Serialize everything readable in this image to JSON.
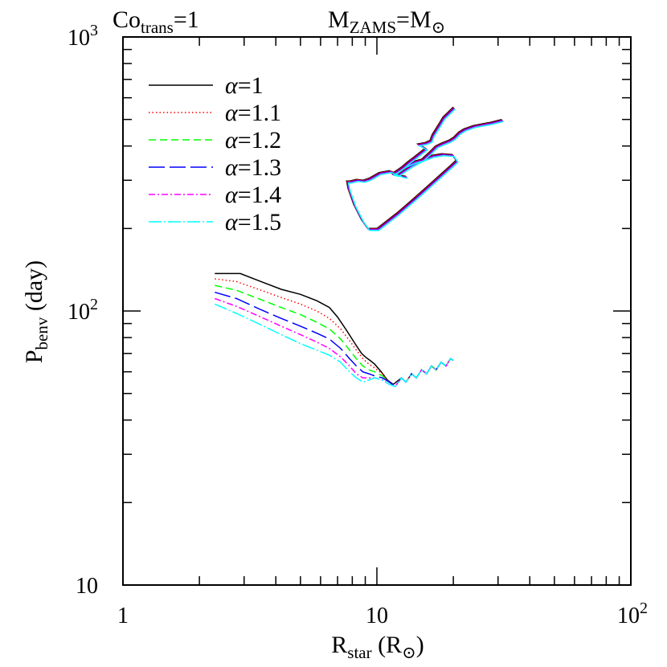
{
  "chart_data": {
    "type": "line",
    "header": {
      "left": {
        "main": "Co",
        "sub": "trans",
        "rest": "=1"
      },
      "right": {
        "main": "M",
        "sub": "ZAMS",
        "rest": "=M",
        "rest_sub": "⊙"
      }
    },
    "xlabel": {
      "main": "R",
      "sub": "star",
      "rest": " (R",
      "rest_sub": "⊙",
      "close": ")"
    },
    "ylabel": {
      "main": "P",
      "sub": "benv",
      "rest": " (day)"
    },
    "x_scale": "log",
    "y_scale": "log",
    "xlim": [
      1,
      100
    ],
    "ylim": [
      10,
      1000
    ],
    "x_ticks": [
      {
        "value": 1,
        "base": "1",
        "exp": ""
      },
      {
        "value": 10,
        "base": "10",
        "exp": ""
      },
      {
        "value": 100,
        "base": "10",
        "exp": "2"
      }
    ],
    "y_ticks": [
      {
        "value": 10,
        "base": "10",
        "exp": ""
      },
      {
        "value": 100,
        "base": "10",
        "exp": "2"
      },
      {
        "value": 1000,
        "base": "10",
        "exp": "3"
      }
    ],
    "grid": false,
    "legend_position": "top-left",
    "series": [
      {
        "name": "α=1",
        "greek": "α",
        "eq": "=1",
        "color": "#000000",
        "dash": "",
        "points": [
          [
            2.3,
            137
          ],
          [
            2.9,
            137
          ],
          [
            3.5,
            128
          ],
          [
            4.2,
            120
          ],
          [
            5.0,
            115
          ],
          [
            5.8,
            109
          ],
          [
            6.5,
            103
          ],
          [
            7.0,
            95
          ],
          [
            7.6,
            85
          ],
          [
            8.2,
            76
          ],
          [
            8.7,
            70
          ],
          [
            9.0,
            68
          ],
          [
            9.4,
            66
          ],
          [
            9.8,
            64
          ],
          [
            10.4,
            60
          ],
          [
            11.0,
            56
          ],
          [
            11.6,
            54
          ]
        ]
      },
      {
        "name": "α=1.1",
        "greek": "α",
        "eq": "=1.1",
        "color": "#ff0000",
        "dash": "1.5,3",
        "points": [
          [
            2.3,
            131
          ],
          [
            2.8,
            128
          ],
          [
            3.5,
            119
          ],
          [
            4.2,
            112
          ],
          [
            5.0,
            106
          ],
          [
            5.8,
            100
          ],
          [
            6.5,
            94
          ],
          [
            7.2,
            86
          ],
          [
            7.8,
            78
          ],
          [
            8.3,
            72
          ],
          [
            8.8,
            67
          ],
          [
            9.3,
            64
          ],
          [
            9.8,
            62
          ],
          [
            10.5,
            59
          ],
          [
            11.2,
            55
          ],
          [
            11.8,
            53
          ]
        ]
      },
      {
        "name": "α=1.2",
        "greek": "α",
        "eq": "=1.2",
        "color": "#00ff00",
        "dash": "9,5",
        "points": [
          [
            2.3,
            124
          ],
          [
            2.8,
            119
          ],
          [
            3.5,
            110
          ],
          [
            4.2,
            103
          ],
          [
            5.0,
            97
          ],
          [
            5.8,
            91
          ],
          [
            6.5,
            86
          ],
          [
            7.2,
            79
          ],
          [
            7.8,
            72
          ],
          [
            8.3,
            67
          ],
          [
            8.8,
            63
          ],
          [
            9.3,
            61
          ],
          [
            9.8,
            60
          ],
          [
            10.5,
            58
          ],
          [
            11.2,
            55
          ],
          [
            11.8,
            53
          ]
        ]
      },
      {
        "name": "α=1.3",
        "greek": "α",
        "eq": "=1.3",
        "color": "#0000ff",
        "dash": "20,6",
        "points": [
          [
            2.3,
            117
          ],
          [
            2.8,
            111
          ],
          [
            3.5,
            101
          ],
          [
            4.2,
            94
          ],
          [
            5.0,
            88
          ],
          [
            5.8,
            83
          ],
          [
            6.5,
            79
          ],
          [
            7.2,
            73
          ],
          [
            7.8,
            67
          ],
          [
            8.3,
            63
          ],
          [
            8.8,
            60
          ],
          [
            9.3,
            59
          ],
          [
            9.8,
            58
          ],
          [
            10.5,
            57
          ],
          [
            11.2,
            55
          ],
          [
            11.8,
            53
          ]
        ]
      },
      {
        "name": "α=1.4",
        "greek": "α",
        "eq": "=1.4",
        "color": "#ff00ff",
        "dash": "8,3,2,3",
        "points": [
          [
            2.3,
            111
          ],
          [
            2.8,
            104
          ],
          [
            3.5,
            95
          ],
          [
            4.2,
            88
          ],
          [
            5.0,
            82
          ],
          [
            5.8,
            77
          ],
          [
            6.5,
            73
          ],
          [
            7.2,
            68
          ],
          [
            7.8,
            63
          ],
          [
            8.3,
            59
          ],
          [
            8.8,
            57
          ],
          [
            9.3,
            57
          ],
          [
            9.8,
            57
          ],
          [
            10.5,
            56
          ],
          [
            11.2,
            54
          ],
          [
            11.8,
            53
          ]
        ]
      },
      {
        "name": "α=1.5",
        "greek": "α",
        "eq": "=1.5",
        "color": "#00ffff",
        "dash": "16,3,2,3",
        "points": [
          [
            2.3,
            106
          ],
          [
            2.8,
            98
          ],
          [
            3.5,
            89
          ],
          [
            4.2,
            82
          ],
          [
            5.0,
            76
          ],
          [
            5.8,
            72
          ],
          [
            6.5,
            69
          ],
          [
            7.2,
            65
          ],
          [
            7.8,
            60
          ],
          [
            8.3,
            57
          ],
          [
            8.8,
            55
          ],
          [
            9.3,
            56
          ],
          [
            9.8,
            57
          ],
          [
            10.5,
            56
          ],
          [
            11.2,
            54
          ],
          [
            11.8,
            53
          ]
        ]
      }
    ],
    "shared_tail": [
      [
        11.8,
        53
      ],
      [
        12.5,
        57
      ],
      [
        13.0,
        55
      ],
      [
        13.7,
        59
      ],
      [
        14.3,
        57
      ],
      [
        15.0,
        61
      ],
      [
        15.7,
        59
      ],
      [
        16.4,
        63
      ],
      [
        17.1,
        61
      ],
      [
        17.9,
        65
      ],
      [
        18.7,
        63
      ],
      [
        19.5,
        67
      ],
      [
        20.0,
        66
      ]
    ],
    "upper_loop": [
      [
        13.0,
        310
      ],
      [
        12.5,
        312
      ],
      [
        11.2,
        325
      ],
      [
        10.2,
        320
      ],
      [
        9.3,
        305
      ],
      [
        8.8,
        300
      ],
      [
        8.3,
        302
      ],
      [
        7.8,
        298
      ],
      [
        7.6,
        298
      ],
      [
        7.7,
        280
      ],
      [
        8.1,
        245
      ],
      [
        8.7,
        215
      ],
      [
        9.2,
        200
      ],
      [
        10.0,
        200
      ],
      [
        12.0,
        228
      ],
      [
        14.0,
        258
      ],
      [
        16.0,
        288
      ],
      [
        18.0,
        318
      ],
      [
        19.5,
        340
      ],
      [
        20.5,
        355
      ],
      [
        19.8,
        372
      ],
      [
        18.0,
        375
      ],
      [
        16.5,
        370
      ],
      [
        15.0,
        358
      ],
      [
        13.5,
        340
      ],
      [
        12.0,
        315
      ],
      [
        11.5,
        318
      ],
      [
        12.8,
        340
      ],
      [
        14.0,
        352
      ],
      [
        15.0,
        358
      ],
      [
        16.0,
        378
      ],
      [
        17.0,
        400
      ],
      [
        18.0,
        410
      ],
      [
        19.2,
        420
      ],
      [
        20.0,
        430
      ],
      [
        21.0,
        450
      ],
      [
        22.0,
        462
      ],
      [
        24.0,
        475
      ],
      [
        26.0,
        482
      ],
      [
        28.0,
        488
      ],
      [
        31.0,
        500
      ]
    ],
    "upper_branch": [
      [
        11.8,
        322
      ],
      [
        12.5,
        335
      ],
      [
        13.2,
        350
      ],
      [
        14.0,
        365
      ],
      [
        14.8,
        380
      ],
      [
        15.5,
        393
      ],
      [
        15.0,
        400
      ],
      [
        14.5,
        407
      ],
      [
        15.5,
        412
      ],
      [
        16.2,
        420
      ],
      [
        16.5,
        440
      ],
      [
        17.0,
        460
      ],
      [
        17.5,
        480
      ],
      [
        18.2,
        510
      ],
      [
        19.0,
        530
      ],
      [
        20.0,
        555
      ]
    ],
    "upper_colors": [
      "#000000",
      "#ff0000",
      "#0000ff",
      "#ff00ff",
      "#00ffff"
    ]
  }
}
